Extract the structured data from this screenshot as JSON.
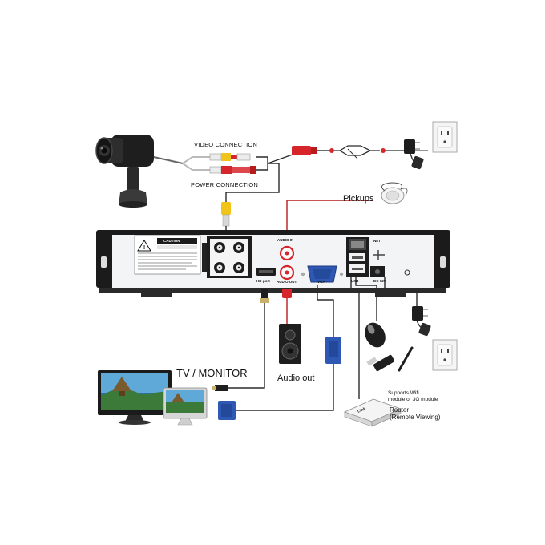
{
  "labels": {
    "video_connection": "VIDEO CONNECTION",
    "power_connection": "POWER CONNECTION",
    "pickups": "Pickups",
    "tv_monitor": "TV / MONITOR",
    "audio_out": "Audio out",
    "supports_wifi_line1": "Supports Wifi",
    "supports_wifi_line2": "module or 3G module",
    "router_line1": "Router",
    "router_line2": "(Remote Viewing)"
  },
  "ports": {
    "audio_in": "AUDIO IN",
    "hd_port": "HD-port",
    "audio_out": "AUDIO OUT",
    "vga": "VGA",
    "usb": "USB",
    "net": "NET",
    "dc12v": "DC 12V",
    "caution": "CAUTION"
  },
  "router_brand": "Link",
  "colors": {
    "dvr_body": "#1b1b1b",
    "dvr_panel": "#f3f4f6",
    "cable": "#2b2b2b",
    "red_plug": "#d7262b",
    "yellow_plug": "#f0c419",
    "vga_blue": "#2f58b5"
  }
}
